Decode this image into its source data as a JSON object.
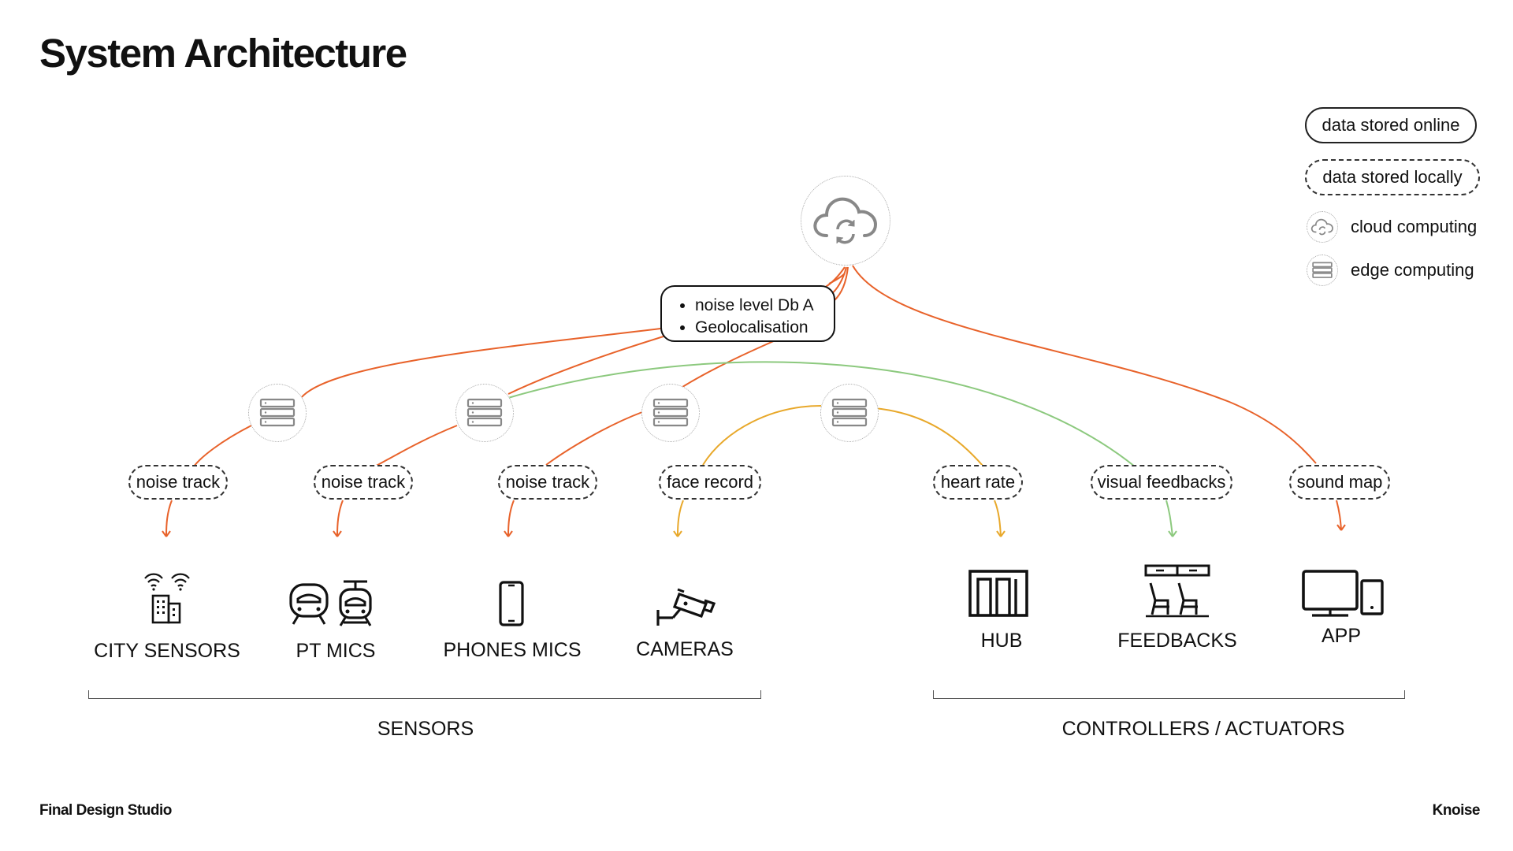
{
  "title": "System Architecture",
  "legend": {
    "online": "data stored online",
    "local": "data stored locally",
    "cloud": "cloud computing",
    "edge": "edge computing"
  },
  "callout": {
    "items": [
      "noise level Db A",
      "Geolocalisation"
    ]
  },
  "data_tags": [
    "noise track",
    "noise track",
    "noise track",
    "face record",
    "heart rate",
    "visual feedbacks",
    "sound map"
  ],
  "devices": [
    "CITY SENSORS",
    "PT MICS",
    "PHONES MICS",
    "CAMERAS",
    "HUB",
    "FEEDBACKS",
    "APP"
  ],
  "groups": {
    "sensors": "SENSORS",
    "controllers": "CONTROLLERS / ACTUATORS"
  },
  "footer": {
    "left": "Final Design Studio",
    "right": "Knoise"
  },
  "colors": {
    "orange": "#E8622A",
    "yellow": "#E8A82A",
    "green": "#8CC97E",
    "icon_gray": "#888888"
  },
  "icons": {
    "cloud": "cloud-sync-icon",
    "edge": "server-stack-icon",
    "city": "building-wifi-icon",
    "pt": "train-tram-icon",
    "phone": "smartphone-icon",
    "camera": "cctv-camera-icon",
    "hub": "hub-icon",
    "feedbacks": "seats-display-icon",
    "app": "monitor-tablet-icon"
  }
}
